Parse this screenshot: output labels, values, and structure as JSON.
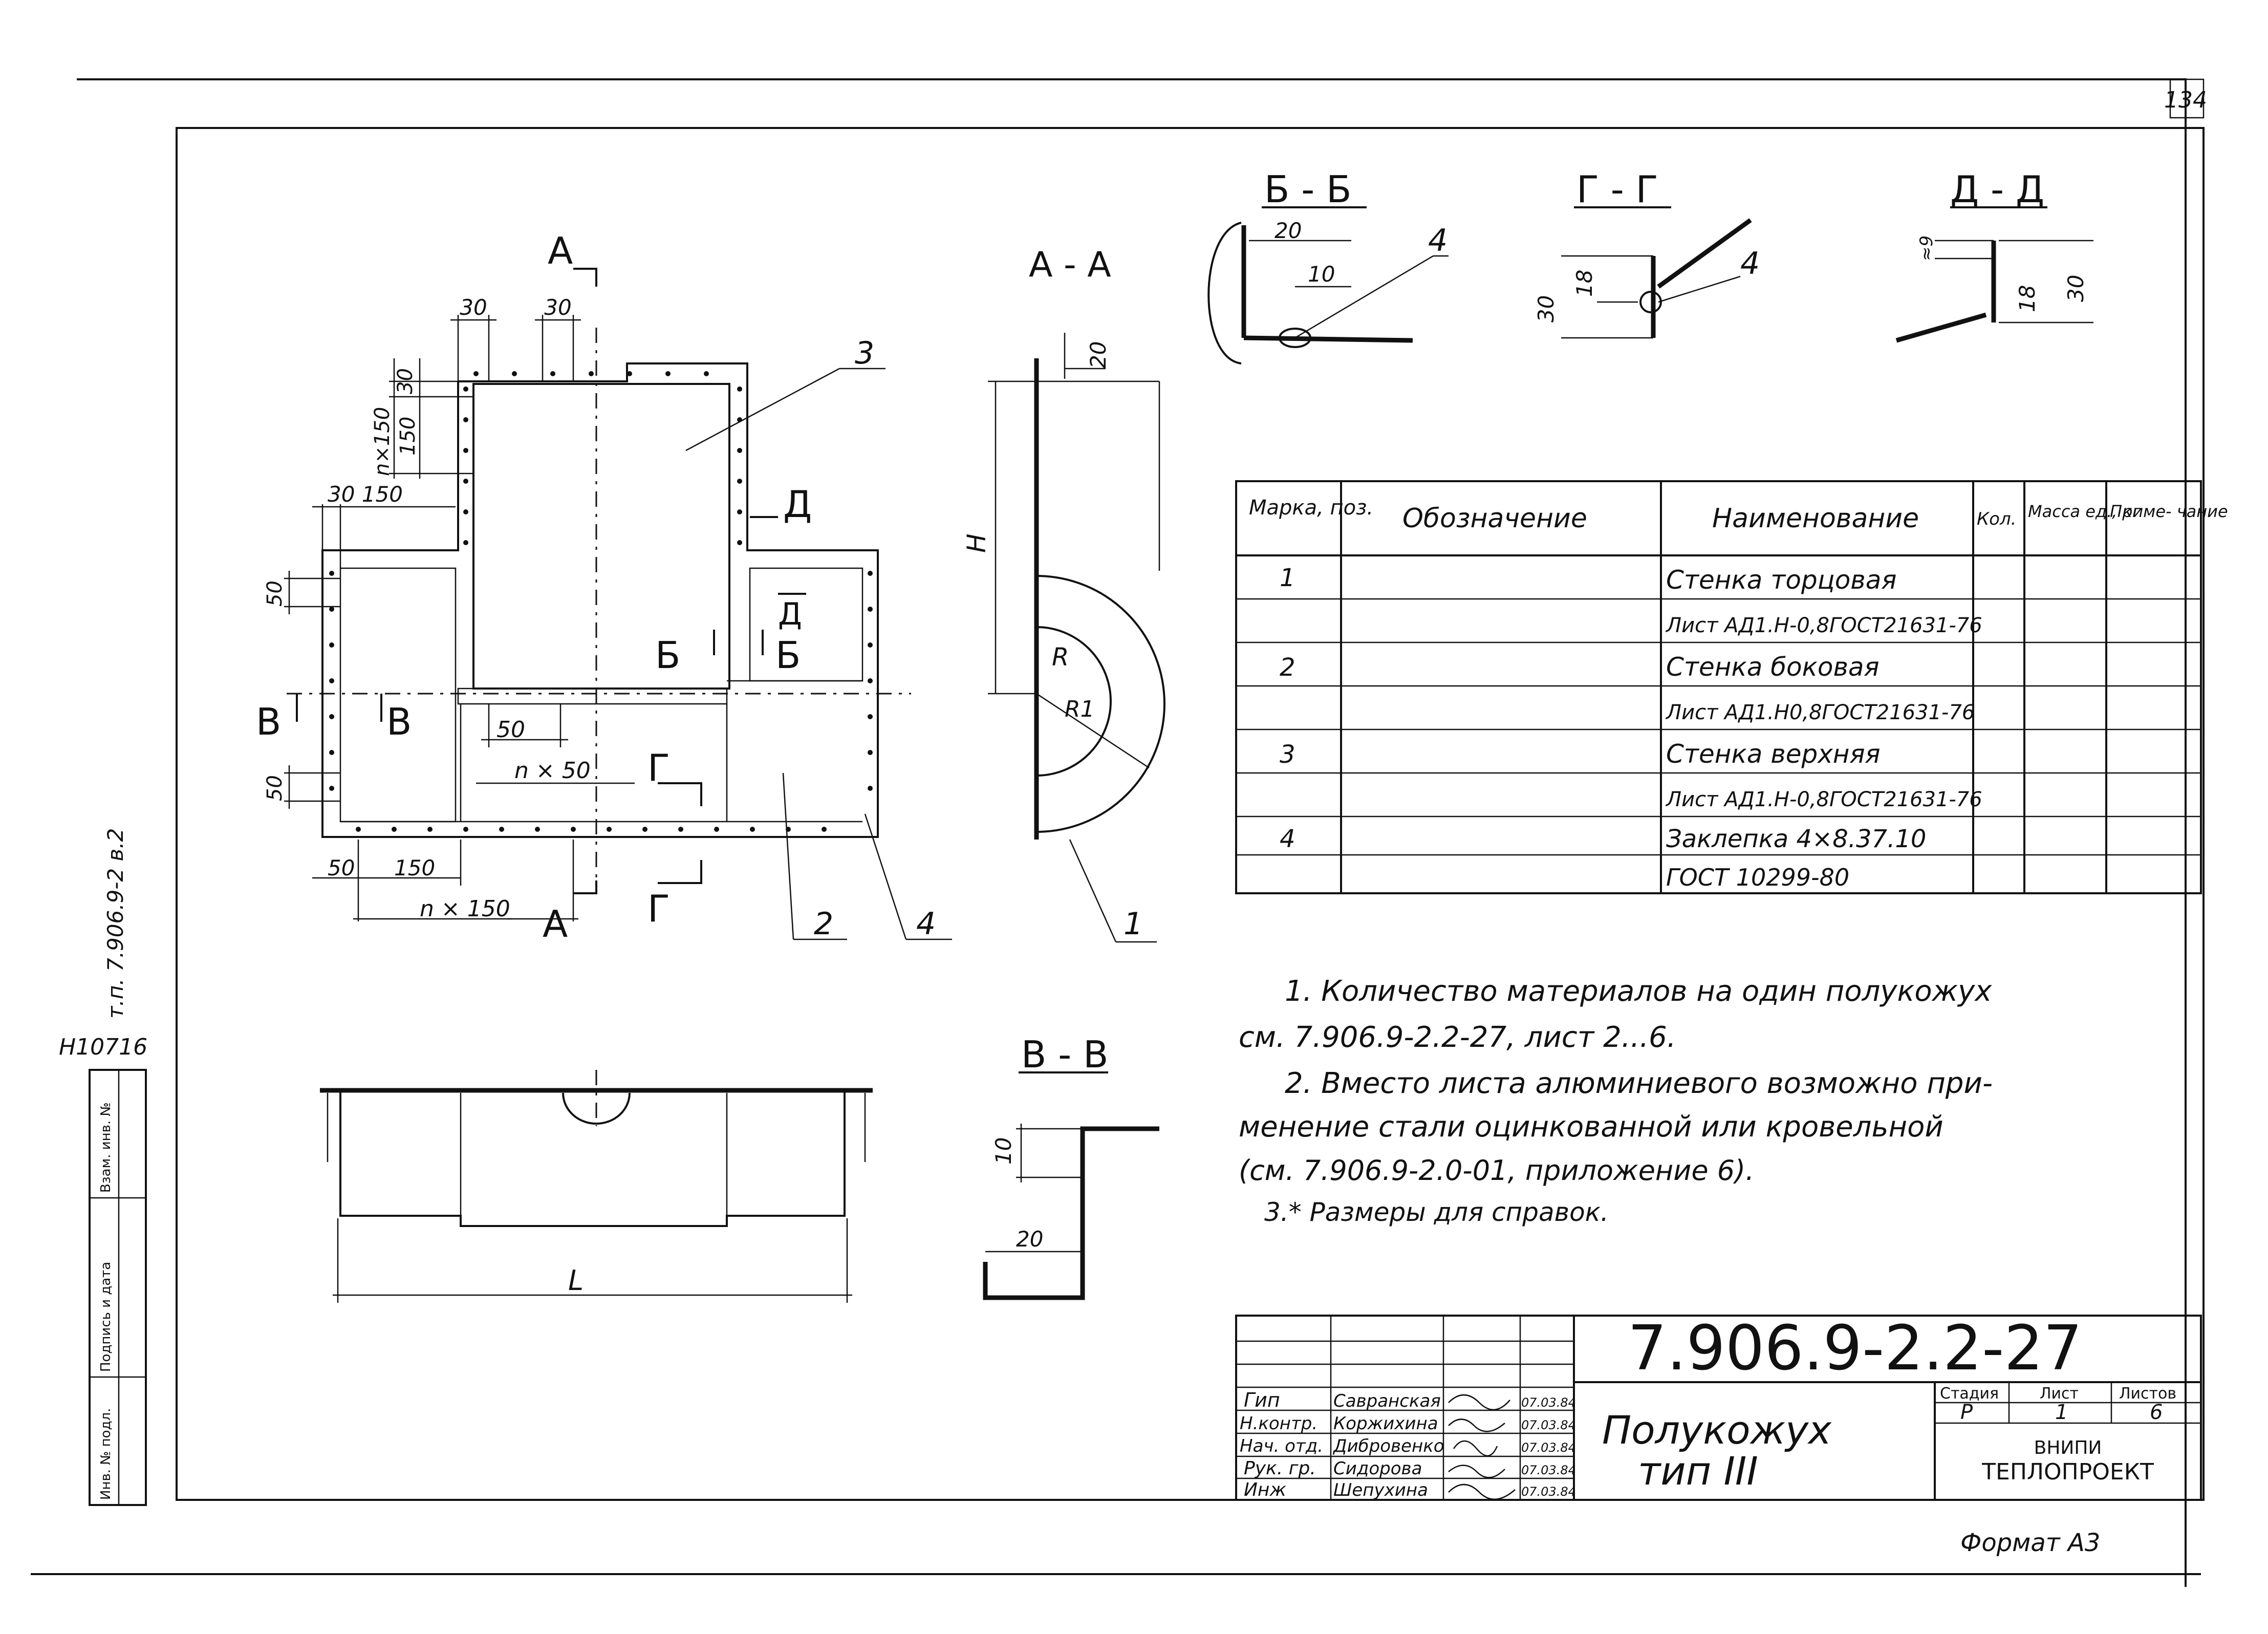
{
  "sheet_number": "134",
  "format": "Формат А3",
  "side_code": "т.п. 7.906.9-2 в.2",
  "archive_number": "Н10716",
  "side_stamp": {
    "inv_label": "Инв. № подл.",
    "signature_label": "Подпись и дата",
    "replace_label": "Взам. инв. №"
  },
  "views": {
    "section_bb": "Б - Б",
    "section_gg": "Г - Г",
    "section_dd": "Д - Д",
    "section_aa": "А - А",
    "section_vv": "В - В"
  },
  "dims": {
    "d30a": "30",
    "d30b": "30",
    "d30c": "30",
    "n150_top": "n×150",
    "d150_top": "150",
    "d30_150": "30  150",
    "d50_left_top": "50",
    "d50_left_bottom": "50",
    "d50_mid": "50",
    "n50": "n × 50",
    "d50_bottom": "50",
    "d150_bottom": "150",
    "n150_bottom": "n × 150",
    "H": "H",
    "R": "R",
    "R1": "R1",
    "d20_aa": "20",
    "L": "L",
    "bb_20": "20",
    "bb_10": "10",
    "gg_30": "30",
    "gg_18": "18",
    "dd_9": "≈9",
    "dd_18": "18",
    "dd_30": "30",
    "vv_10": "10",
    "vv_20": "20"
  },
  "cut_marks": {
    "A": "А",
    "B": "Б",
    "V": "В",
    "G": "Г",
    "D": "Д"
  },
  "callouts": [
    "1",
    "2",
    "3",
    "4"
  ],
  "spec_table": {
    "headers": [
      "Марка, поз.",
      "Обозначение",
      "Наименование",
      "Кол.",
      "Масса ед., кг",
      "Приме- чание"
    ],
    "rows": [
      {
        "pos": "1",
        "designation": "",
        "name": "Стенка торцовая"
      },
      {
        "pos": "",
        "designation": "",
        "name": "Лист АД1.Н-0,8ГОСТ21631-76"
      },
      {
        "pos": "2",
        "designation": "",
        "name": "Стенка боковая"
      },
      {
        "pos": "",
        "designation": "",
        "name": "Лист АД1.Н0,8ГОСТ21631-76"
      },
      {
        "pos": "3",
        "designation": "",
        "name": "Стенка верхняя"
      },
      {
        "pos": "",
        "designation": "",
        "name": "Лист АД1.Н-0,8ГОСТ21631-76"
      },
      {
        "pos": "4",
        "designation": "",
        "name": "Заклепка 4×8.37.10"
      },
      {
        "pos": "",
        "designation": "",
        "name": "ГОСТ 10299-80"
      }
    ]
  },
  "notes": [
    "1. Количество материалов на один полукожух",
    "см. 7.906.9-2.2-27, лист 2...6.",
    "2. Вместо листа алюминиевого возможно при-",
    "менение стали оцинкованной или кровельной",
    "(см. 7.906.9-2.0-01, приложение 6).",
    "3.* Размеры для справок."
  ],
  "title_block": {
    "code": "7.906.9-2.2-27",
    "title_line1": "Полукожух",
    "title_line2": "тип III",
    "stage_label": "Стадия",
    "sheet_label": "Лист",
    "sheets_label": "Листов",
    "stage": "Р",
    "sheet": "1",
    "sheets": "6",
    "org_line1": "ВНИПИ",
    "org_line2": "ТЕПЛОПРОЕКТ",
    "people": [
      {
        "role": "Гип",
        "name": "Савранская",
        "date": "07.03.84"
      },
      {
        "role": "Н.контр.",
        "name": "Коржихина",
        "date": "07.03.84"
      },
      {
        "role": "Нач. отд.",
        "name": "Дибровенко",
        "date": "07.03.84"
      },
      {
        "role": "Рук. гр.",
        "name": "Сидорова",
        "date": "07.03.84"
      },
      {
        "role": "Инж",
        "name": "Шепухина",
        "date": "07.03.84"
      }
    ]
  }
}
